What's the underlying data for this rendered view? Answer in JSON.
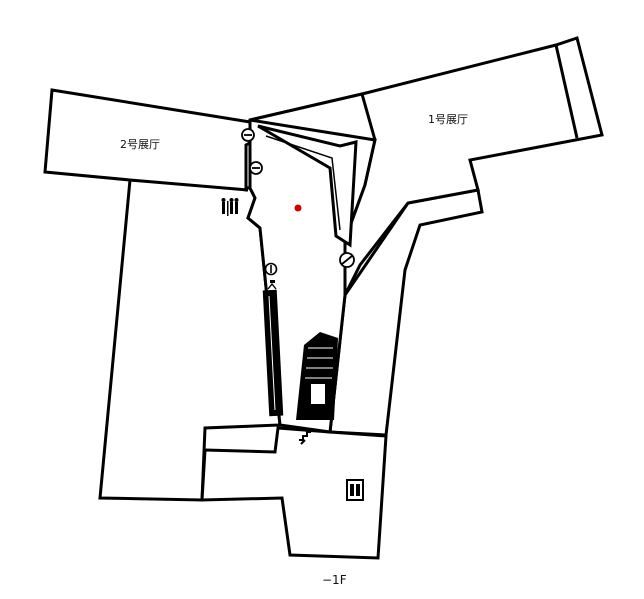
{
  "rooms": {
    "hall_2": "2号展厅",
    "hall_1": "1号展厅"
  },
  "floor": {
    "label": "−1F"
  },
  "colors": {
    "wall": "#000000",
    "background": "#ffffff",
    "location_marker": "#cc0000"
  },
  "icons": [
    "no-entry-icon",
    "restroom-icon",
    "info-icon",
    "escalator-icon",
    "stairs-icon",
    "elevator-icon",
    "location-marker-icon"
  ]
}
